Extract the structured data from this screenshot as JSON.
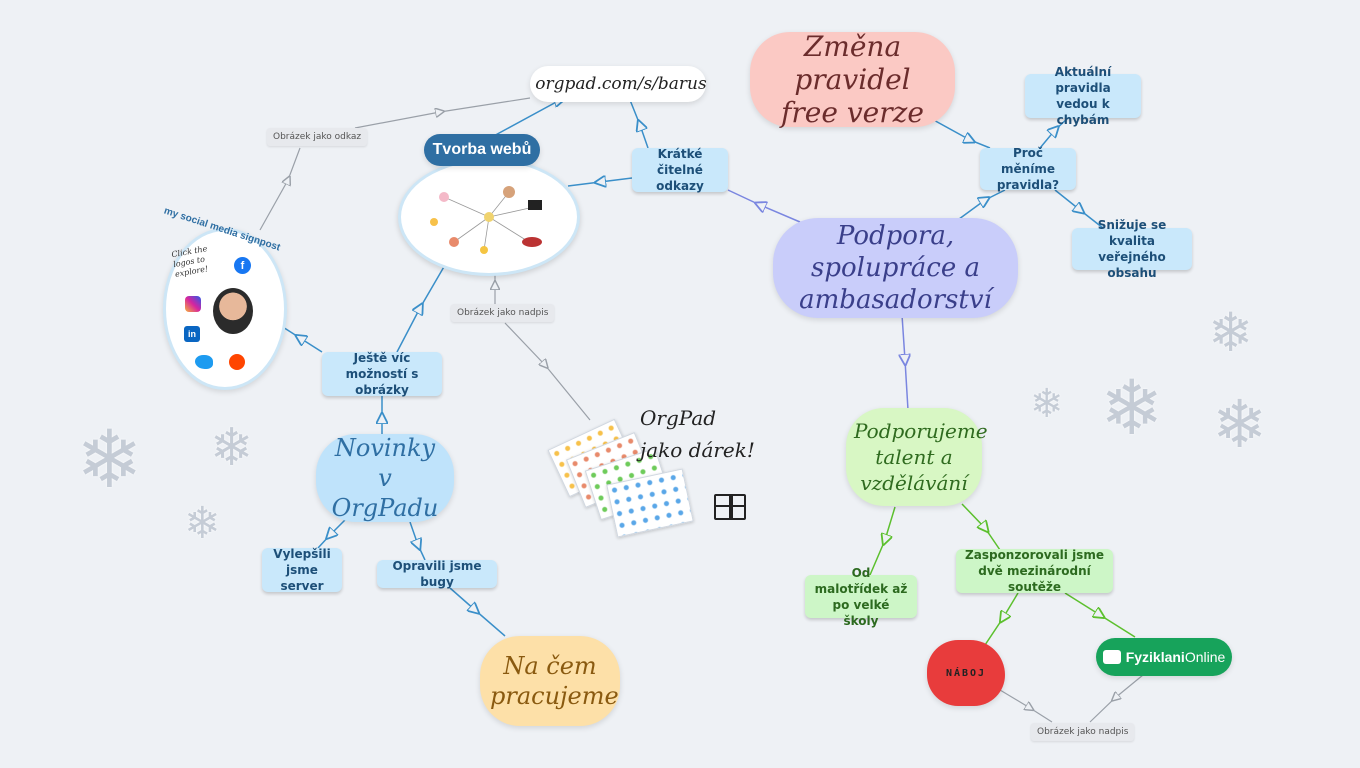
{
  "nodes": {
    "zmena": "Změna pravidel free verze",
    "aktualni": "Aktuální pravidla vedou k chybám",
    "proc": "Proč měníme pravidla?",
    "snizuje": "Snižuje se kvalita veřejného obsahu",
    "podpora": "Podpora, spolupráce a ambasadorství",
    "podporujeme": "Podporujeme talent a vzdělávání",
    "malotridek": "Od malotřídek až po velké školy",
    "zasponzorovali": "Zasponzorovali jsme dvě mezinárodní soutěže",
    "kratke": "Krátké čitelné odkazy",
    "orgpad_url": "orgpad.com/s/barus",
    "tvorba": "Tvorba webů",
    "jeste": "Ještě víc možností s obrázky",
    "novinky": "Novinky v OrgPadu",
    "vylepsili": "Vylepšili jsme server",
    "opravili": "Opravili jsme bugy",
    "na_cem": "Na čem pracujeme",
    "darek": "OrgPad jako dárek!",
    "social_title": "my social media signpost",
    "social_hint": "Click the logos to explore!",
    "naboj": "NÁBOJ",
    "fyzik_a": "Fyziklani",
    "fyzik_b": "Online"
  },
  "labels": {
    "odkaz": "Obrázek jako odkaz",
    "nadpis1": "Obrázek jako nadpis",
    "nadpis2": "Obrázek jako nadpis"
  },
  "colors": {
    "blue_line": "#3a8fc9",
    "green_line": "#5cc02e",
    "purple_line": "#7a86e0",
    "gray_line": "#9aa0a8"
  },
  "icons": [
    "facebook-icon",
    "instagram-icon",
    "linkedin-icon",
    "twitter-icon",
    "reddit-icon",
    "gift-icon",
    "snowflake-icon"
  ]
}
